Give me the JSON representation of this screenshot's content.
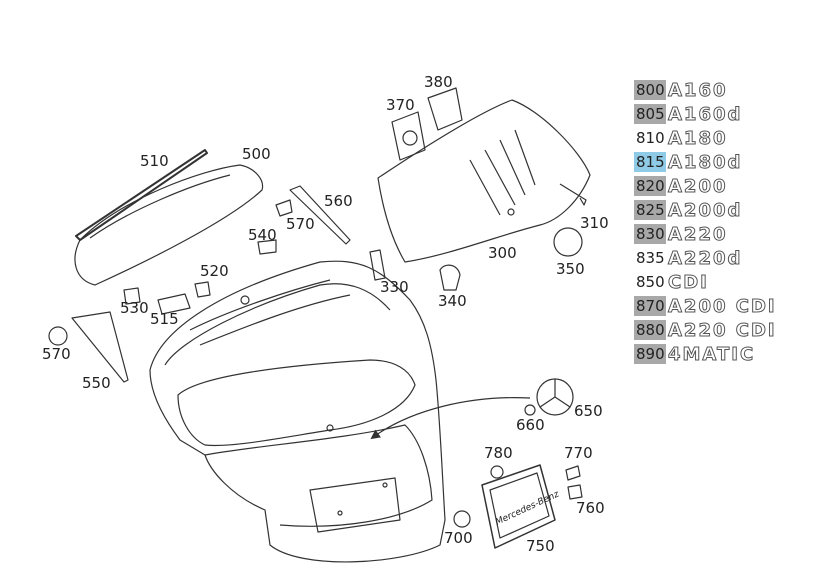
{
  "callouts": {
    "c300": "300",
    "c310": "310",
    "c330": "330",
    "c340": "340",
    "c350": "350",
    "c370": "370",
    "c380": "380",
    "c500": "500",
    "c510": "510",
    "c515": "515",
    "c520": "520",
    "c530": "530",
    "c540": "540",
    "c550": "550",
    "c560": "560",
    "c570a": "570",
    "c570b": "570",
    "c650": "650",
    "c660": "660",
    "c700": "700",
    "c750": "750",
    "c760": "760",
    "c770": "770",
    "c780": "780"
  },
  "plate_text": "Mercedes-Benz",
  "legend": [
    {
      "code": "800",
      "model": "A160",
      "highlight": "grey"
    },
    {
      "code": "805",
      "model": "A160d",
      "highlight": "grey"
    },
    {
      "code": "810",
      "model": "A180",
      "highlight": "none"
    },
    {
      "code": "815",
      "model": "A180d",
      "highlight": "blue"
    },
    {
      "code": "820",
      "model": "A200",
      "highlight": "grey"
    },
    {
      "code": "825",
      "model": "A200d",
      "highlight": "grey"
    },
    {
      "code": "830",
      "model": "A220",
      "highlight": "grey"
    },
    {
      "code": "835",
      "model": "A220d",
      "highlight": "none"
    },
    {
      "code": "850",
      "model": "CDI",
      "highlight": "none"
    },
    {
      "code": "870",
      "model": "A200 CDI",
      "highlight": "grey"
    },
    {
      "code": "880",
      "model": "A220 CDI",
      "highlight": "grey"
    },
    {
      "code": "890",
      "model": "4MATIC",
      "highlight": "grey"
    }
  ],
  "colors": {
    "grey_highlight": "#a8a8a8",
    "blue_highlight": "#8fcbe6",
    "line": "#333333"
  }
}
